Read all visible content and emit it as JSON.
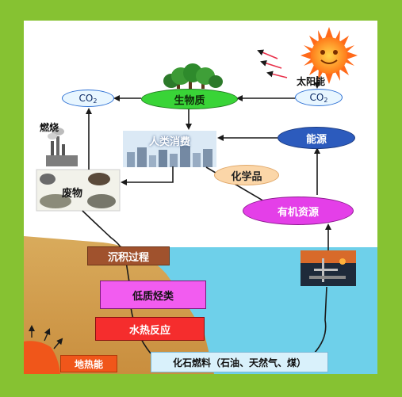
{
  "diagram": {
    "sun_label": "太阳能",
    "co2_left": "CO",
    "co2_right": "CO",
    "co2_subscript": "2",
    "biomass": "生物质",
    "burning": "燃烧",
    "human_consumption": "人类消费",
    "energy": "能源",
    "chemicals": "化学品",
    "waste": "废物",
    "organic_resources": "有机资源",
    "sedimentation": "沉积过程",
    "low_grade_hydrocarbons": "低质烃类",
    "hydrothermal_reaction": "水热反应",
    "geothermal_energy": "地热能",
    "fossil_fuels": "化石燃料（石油、天然气、煤）"
  },
  "colors": {
    "frame": "#86c232",
    "sky": "#ffffff",
    "sea": "#6ed0ea",
    "land": "#d6a552",
    "co2_fill": "#e8f6ff",
    "co2_border": "#2b6fd4",
    "biomass_fill": "#39d437",
    "energy_fill": "#2c5bbd",
    "chemicals_fill": "#fbd6a8",
    "organic_fill": "#e43fe8",
    "sediment_fill": "#a0522d",
    "low_grade_fill": "#f25cf0",
    "hydrothermal_fill": "#f52d2d",
    "geothermal_fill": "#f0561a",
    "fossil_fill": "#d9f1fb"
  }
}
